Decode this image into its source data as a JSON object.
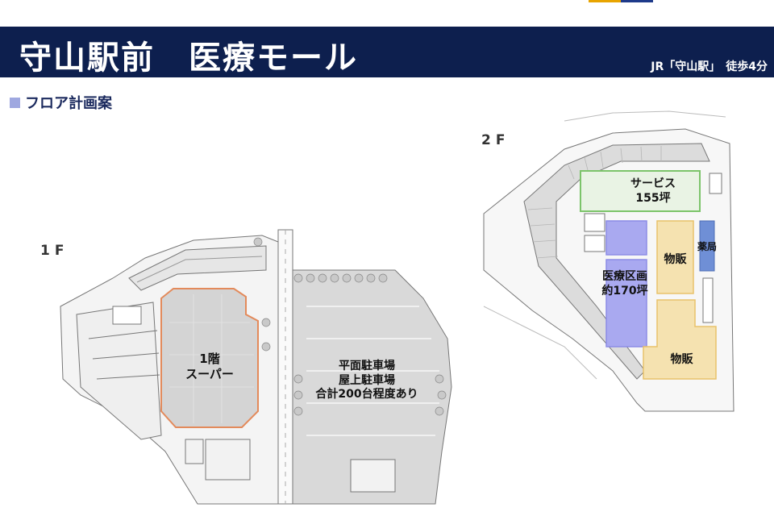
{
  "header": {
    "title": "守山駅前　医療モール",
    "access": "JR「守山駅」　徒歩4分"
  },
  "section": {
    "title": "フロア計画案"
  },
  "floors": {
    "f1": {
      "label": "1F",
      "supermarket": "1階\nスーパー",
      "parking": "平面駐車場\n屋上駐車場\n合計200台程度あり"
    },
    "f2": {
      "label": "2F",
      "service": "サービス\n155坪",
      "medical": "医療区画\n約170坪",
      "retail_1": "物販",
      "retail_2": "物販",
      "pharmacy": "薬局"
    }
  },
  "colors": {
    "header_bg": "#0d1f4e",
    "accent_1": "#e8a400",
    "accent_2": "#1e3a8a",
    "section_square": "#9fa8e0",
    "supermarket": "#e38a5b",
    "service": "#7cc46a",
    "medical": "#8c8ce6",
    "retail": "#e8c26a",
    "pharmacy": "#6f8fd6"
  }
}
